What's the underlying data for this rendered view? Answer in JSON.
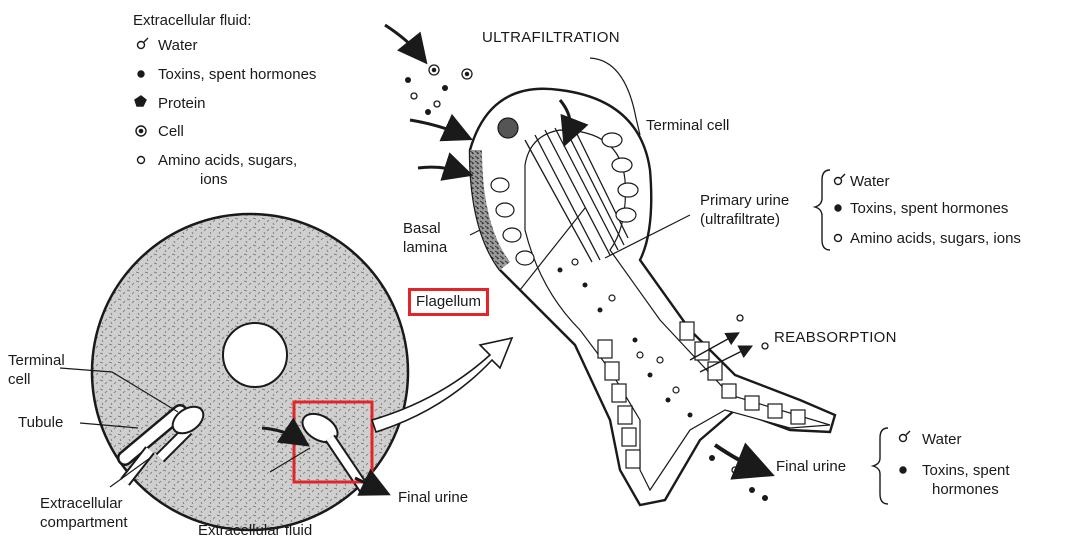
{
  "legend_extracellular": {
    "title": "Extracellular fluid:",
    "items": [
      {
        "symbol": "water-icon",
        "label": "Water"
      },
      {
        "symbol": "dot-icon",
        "label": "Toxins, spent hormones"
      },
      {
        "symbol": "protein-icon",
        "label": "Protein"
      },
      {
        "symbol": "cell-icon",
        "label": "Cell"
      },
      {
        "symbol": "ring-icon",
        "label": "Amino acids, sugars,",
        "label2": "ions"
      }
    ]
  },
  "labels": {
    "ultrafiltration": "ULTRAFILTRATION",
    "terminal_cell_main": "Terminal cell",
    "primary_urine": "Primary urine",
    "ultrafiltrate": "(ultrafiltrate)",
    "basal_lamina_1": "Basal",
    "basal_lamina_2": "lamina",
    "flagellum": "Flagellum",
    "reabsorption": "REABSORPTION",
    "final_urine_main": "Final urine",
    "terminal_cell_small_1": "Terminal",
    "terminal_cell_small_2": "cell",
    "tubule": "Tubule",
    "extracellular_compartment_1": "Extracellular",
    "extracellular_compartment_2": "compartment",
    "extracellular_fluid": "Extracellular fluid",
    "final_urine_small": "Final urine"
  },
  "primary_urine_list": [
    {
      "symbol": "water-icon",
      "label": "Water"
    },
    {
      "symbol": "dot-icon",
      "label": "Toxins, spent hormones"
    },
    {
      "symbol": "ring-icon",
      "label": "Amino acids, sugars, ions"
    }
  ],
  "final_urine_list": [
    {
      "symbol": "water-icon",
      "label": "Water"
    },
    {
      "symbol": "dot-icon",
      "label": "Toxins, spent",
      "label2": "hormones"
    }
  ],
  "colors": {
    "highlight": "#e3252a",
    "ink": "#1a1a1a",
    "stipple": "#8a8a8a"
  }
}
